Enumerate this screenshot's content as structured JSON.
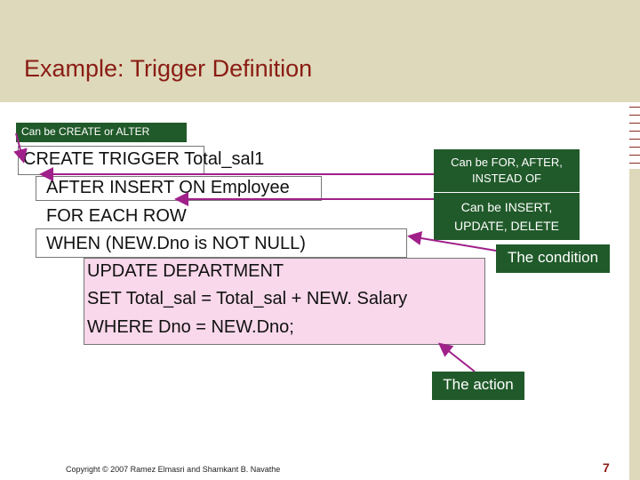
{
  "slide": {
    "title": "Example: Trigger Definition",
    "code_lines": [
      "CREATE TRIGGER Total_sal1",
      "AFTER INSERT ON Employee",
      "FOR EACH ROW",
      "WHEN (NEW.Dno is NOT NULL)",
      "UPDATE DEPARTMENT",
      "SET Total_sal = Total_sal + NEW. Salary",
      "WHERE Dno = NEW.Dno;"
    ],
    "callouts": {
      "create_or_alter": "Can be CREATE or ALTER",
      "for_after_instead": "Can be FOR, AFTER, INSTEAD OF",
      "insert_update_delete": "Can be INSERT, UPDATE, DELETE",
      "condition": "The condition",
      "action": "The action"
    },
    "copyright": "Copyright © 2007 Ramez Elmasri and Shamkant B. Navathe",
    "page_number": "7"
  },
  "colors": {
    "header_band": "#ded9ba",
    "title": "#8a1c14",
    "callout_bg": "#215a2a",
    "action_box": "#f8d8ea",
    "arrow": "#a0208a"
  }
}
